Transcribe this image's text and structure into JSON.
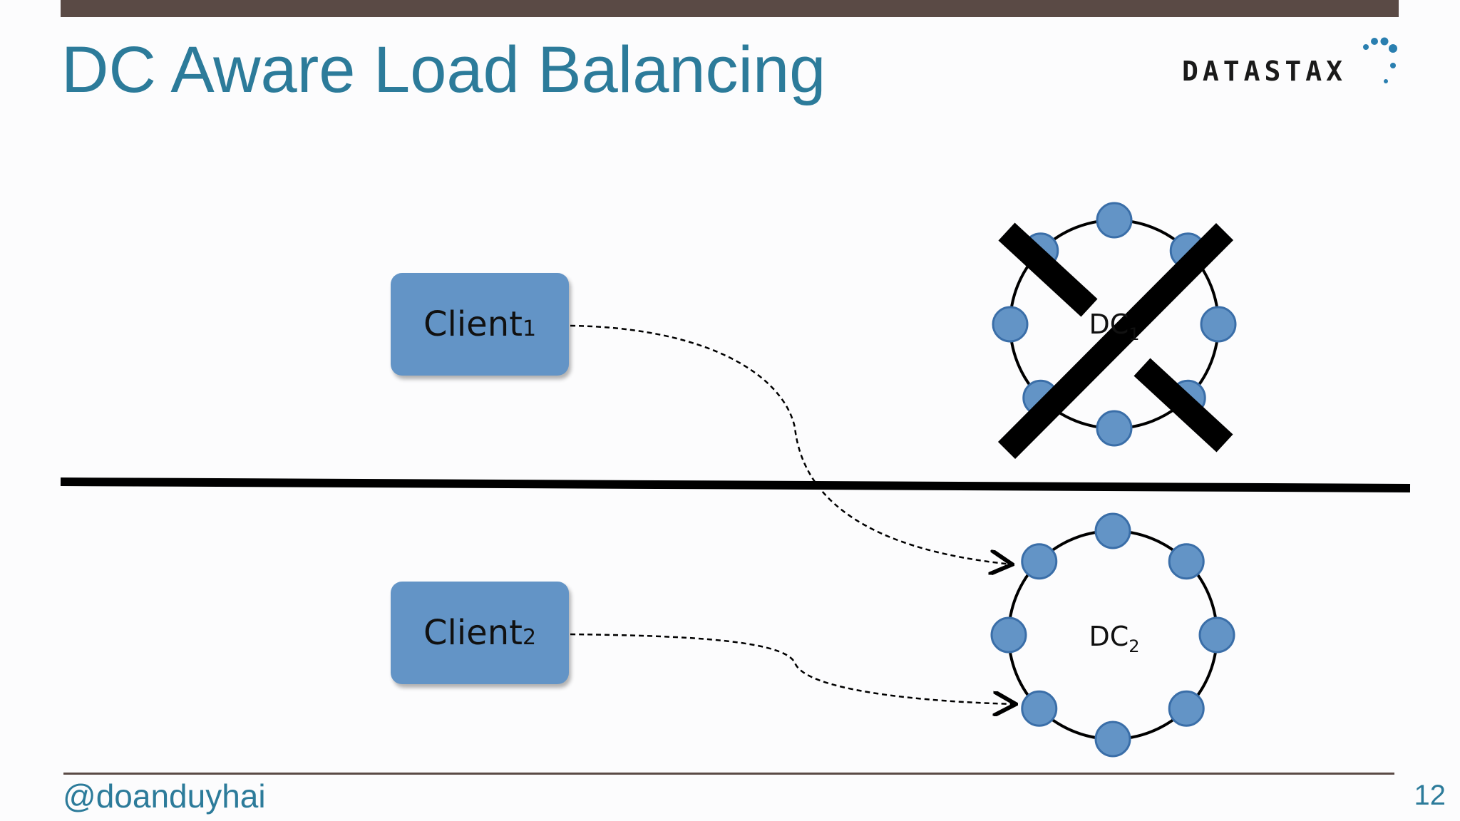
{
  "slide": {
    "title": "DC Aware Load Balancing",
    "logo_text": "DATASTAX",
    "footer_handle": "@doanduyhai",
    "page_number": "12"
  },
  "clients": [
    {
      "name": "Client",
      "subscript": "1"
    },
    {
      "name": "Client",
      "subscript": "2"
    }
  ],
  "datacenters": [
    {
      "name": "DC",
      "subscript": "1",
      "status": "down",
      "node_count": 8
    },
    {
      "name": "DC",
      "subscript": "2",
      "status": "up",
      "node_count": 8
    }
  ],
  "colors": {
    "title": "#2c7b9a",
    "top_bar": "#5a4a45",
    "node_fill": "#6394c6",
    "node_stroke": "#3a6ea8",
    "client_fill": "#6394c6",
    "cross": "#000000"
  }
}
